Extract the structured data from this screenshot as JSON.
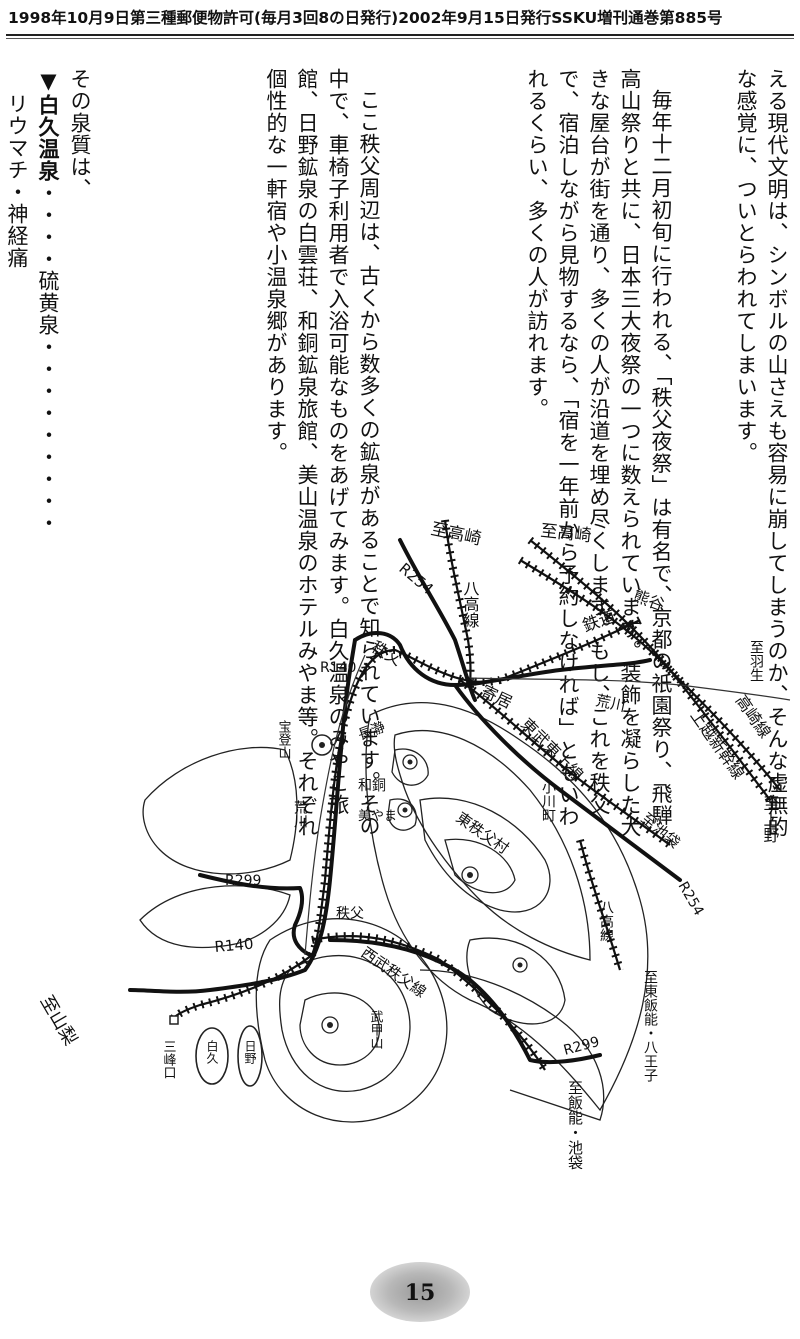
{
  "header": {
    "text": "1998年10月9日第三種郵便物許可(毎月3回8の日発行)2002年9月15日発行SSKU増刊通巻第885号"
  },
  "body": {
    "col_a": "える現代文明は、シンボルの山さえも容易に崩してしまうのか、そんな虚無的な感覚に、ついとらわれてしまいます。",
    "col_b": "毎年十二月初旬に行われる、「秩父夜祭」は有名で、京都の祇園祭り、飛騨高山祭りと共に、日本三大夜祭の一つに数えられています。装飾を凝らした大きな屋台が街を通り、多くの人が沿道を埋め尽くします。もし、これを秩父で、宿泊しながら見物するなら、「宿を一年前から予約しなければ」ともいわれるくらい、多くの人が訪れます。",
    "col_c": "ここ秩父周辺は、古くから数多くの鉱泉があることで知られています。その中で、車椅子利用者で入浴可能なものをあげてみます。白久温泉のみやこ旅館、日野鉱泉の白雲荘、和銅鉱泉旅館、美山温泉のホテルみやま等。それぞれ個性的な一軒宿や小温泉郷があります。",
    "col_d_intro": "その泉質は、",
    "col_d_item_label": "▼白久温泉",
    "col_d_item_dots": "・・・・硫黄泉・・・・・・・・・",
    "col_d_item_cont": "リウマチ・神経痛"
  },
  "map": {
    "labels": {
      "to_takasaki_1": "至高崎",
      "to_takasaki_2": "至高崎",
      "hachiko_line_top": "八高線",
      "r254_top": "R254",
      "kumagaya": "熊谷",
      "to_hanyu": "至羽生",
      "tetsudo": "鉄道",
      "chichibu_tetsu": "秩父",
      "yorii": "寄居",
      "arakawa_river": "荒川",
      "joetsu_shinkansen": "上越新幹線",
      "takasaki_line": "高崎線",
      "to_ueno": "至上野",
      "r140_top": "R140",
      "hodosan": "宝登山",
      "nagatoro": "長瀞",
      "tobu_tojo_line": "東武東上線",
      "higashi_chichibu": "東秩父村",
      "ogawa": "小川町",
      "to_ikebukuro_1": "至池袋",
      "r254_mid": "R254",
      "arakawa_left": "荒川",
      "wado": "和銅",
      "miyama": "美やま",
      "r299_left": "R299",
      "chichibu_station": "秩父",
      "hachiko_line_bottom": "八高線",
      "r140_bottom": "R140",
      "seibu_chichibu_line": "西武秩父線",
      "to_yamanashi": "至山梨",
      "mitsuminekuchi": "三峰口",
      "shiraku": "白久",
      "hino": "日野",
      "bukosan": "武甲山",
      "to_higashihanno": "至東飯能・八王子",
      "r299_right": "R299",
      "to_hanno_ikebukuro": "至飯能・池袋"
    }
  },
  "page": {
    "number": "15"
  }
}
